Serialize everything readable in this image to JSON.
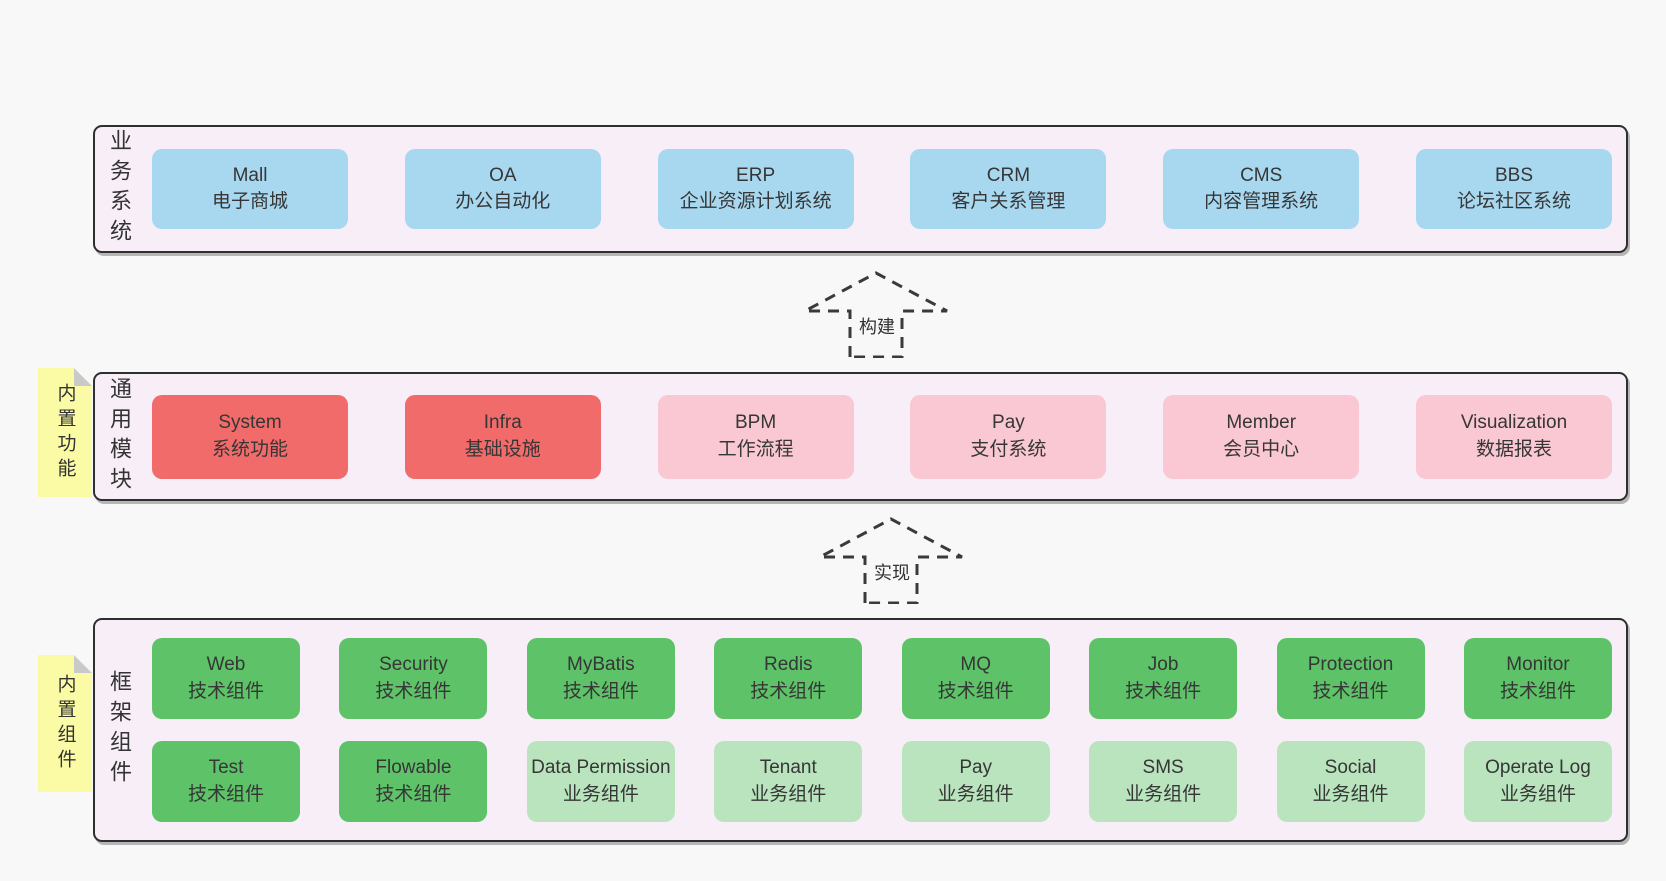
{
  "palette": {
    "blue": "#a8d8f0",
    "red": "#f16b6b",
    "pink": "#fac8d2",
    "green": "#5dc268",
    "lightgreen": "#b9e4bd",
    "container_bg": "#f8eef7",
    "container_border": "#2f2f2f",
    "sticky_bg": "#fbfba6",
    "sticky_fold": "#c9c9c9",
    "page_bg": "#f8f8f8"
  },
  "arrows": [
    {
      "id": "build",
      "label": "构建"
    },
    {
      "id": "implement",
      "label": "实现"
    }
  ],
  "layers": [
    {
      "id": "business",
      "label": "业务系统",
      "sticky": null,
      "rows": [
        [
          {
            "name": "Mall",
            "desc": "电子商城",
            "type": "blue"
          },
          {
            "name": "OA",
            "desc": "办公自动化",
            "type": "blue"
          },
          {
            "name": "ERP",
            "desc": "企业资源计划系统",
            "type": "blue"
          },
          {
            "name": "CRM",
            "desc": "客户关系管理",
            "type": "blue"
          },
          {
            "name": "CMS",
            "desc": "内容管理系统",
            "type": "blue"
          },
          {
            "name": "BBS",
            "desc": "论坛社区系统",
            "type": "blue"
          }
        ]
      ]
    },
    {
      "id": "modules",
      "label": "通用模块",
      "sticky": "内置功能",
      "rows": [
        [
          {
            "name": "System",
            "desc": "系统功能",
            "type": "red"
          },
          {
            "name": "Infra",
            "desc": "基础设施",
            "type": "red"
          },
          {
            "name": "BPM",
            "desc": "工作流程",
            "type": "pink"
          },
          {
            "name": "Pay",
            "desc": "支付系统",
            "type": "pink"
          },
          {
            "name": "Member",
            "desc": "会员中心",
            "type": "pink"
          },
          {
            "name": "Visualization",
            "desc": "数据报表",
            "type": "pink"
          }
        ]
      ]
    },
    {
      "id": "framework",
      "label": "框架组件",
      "sticky": "内置组件",
      "rows": [
        [
          {
            "name": "Web",
            "desc": "技术组件",
            "type": "green"
          },
          {
            "name": "Security",
            "desc": "技术组件",
            "type": "green"
          },
          {
            "name": "MyBatis",
            "desc": "技术组件",
            "type": "green"
          },
          {
            "name": "Redis",
            "desc": "技术组件",
            "type": "green"
          },
          {
            "name": "MQ",
            "desc": "技术组件",
            "type": "green"
          },
          {
            "name": "Job",
            "desc": "技术组件",
            "type": "green"
          },
          {
            "name": "Protection",
            "desc": "技术组件",
            "type": "green"
          },
          {
            "name": "Monitor",
            "desc": "技术组件",
            "type": "green"
          }
        ],
        [
          {
            "name": "Test",
            "desc": "技术组件",
            "type": "green"
          },
          {
            "name": "Flowable",
            "desc": "技术组件",
            "type": "green"
          },
          {
            "name": "Data Permission",
            "desc": "业务组件",
            "type": "lightgreen"
          },
          {
            "name": "Tenant",
            "desc": "业务组件",
            "type": "lightgreen"
          },
          {
            "name": "Pay",
            "desc": "业务组件",
            "type": "lightgreen"
          },
          {
            "name": "SMS",
            "desc": "业务组件",
            "type": "lightgreen"
          },
          {
            "name": "Social",
            "desc": "业务组件",
            "type": "lightgreen"
          },
          {
            "name": "Operate Log",
            "desc": "业务组件",
            "type": "lightgreen"
          }
        ]
      ]
    }
  ]
}
